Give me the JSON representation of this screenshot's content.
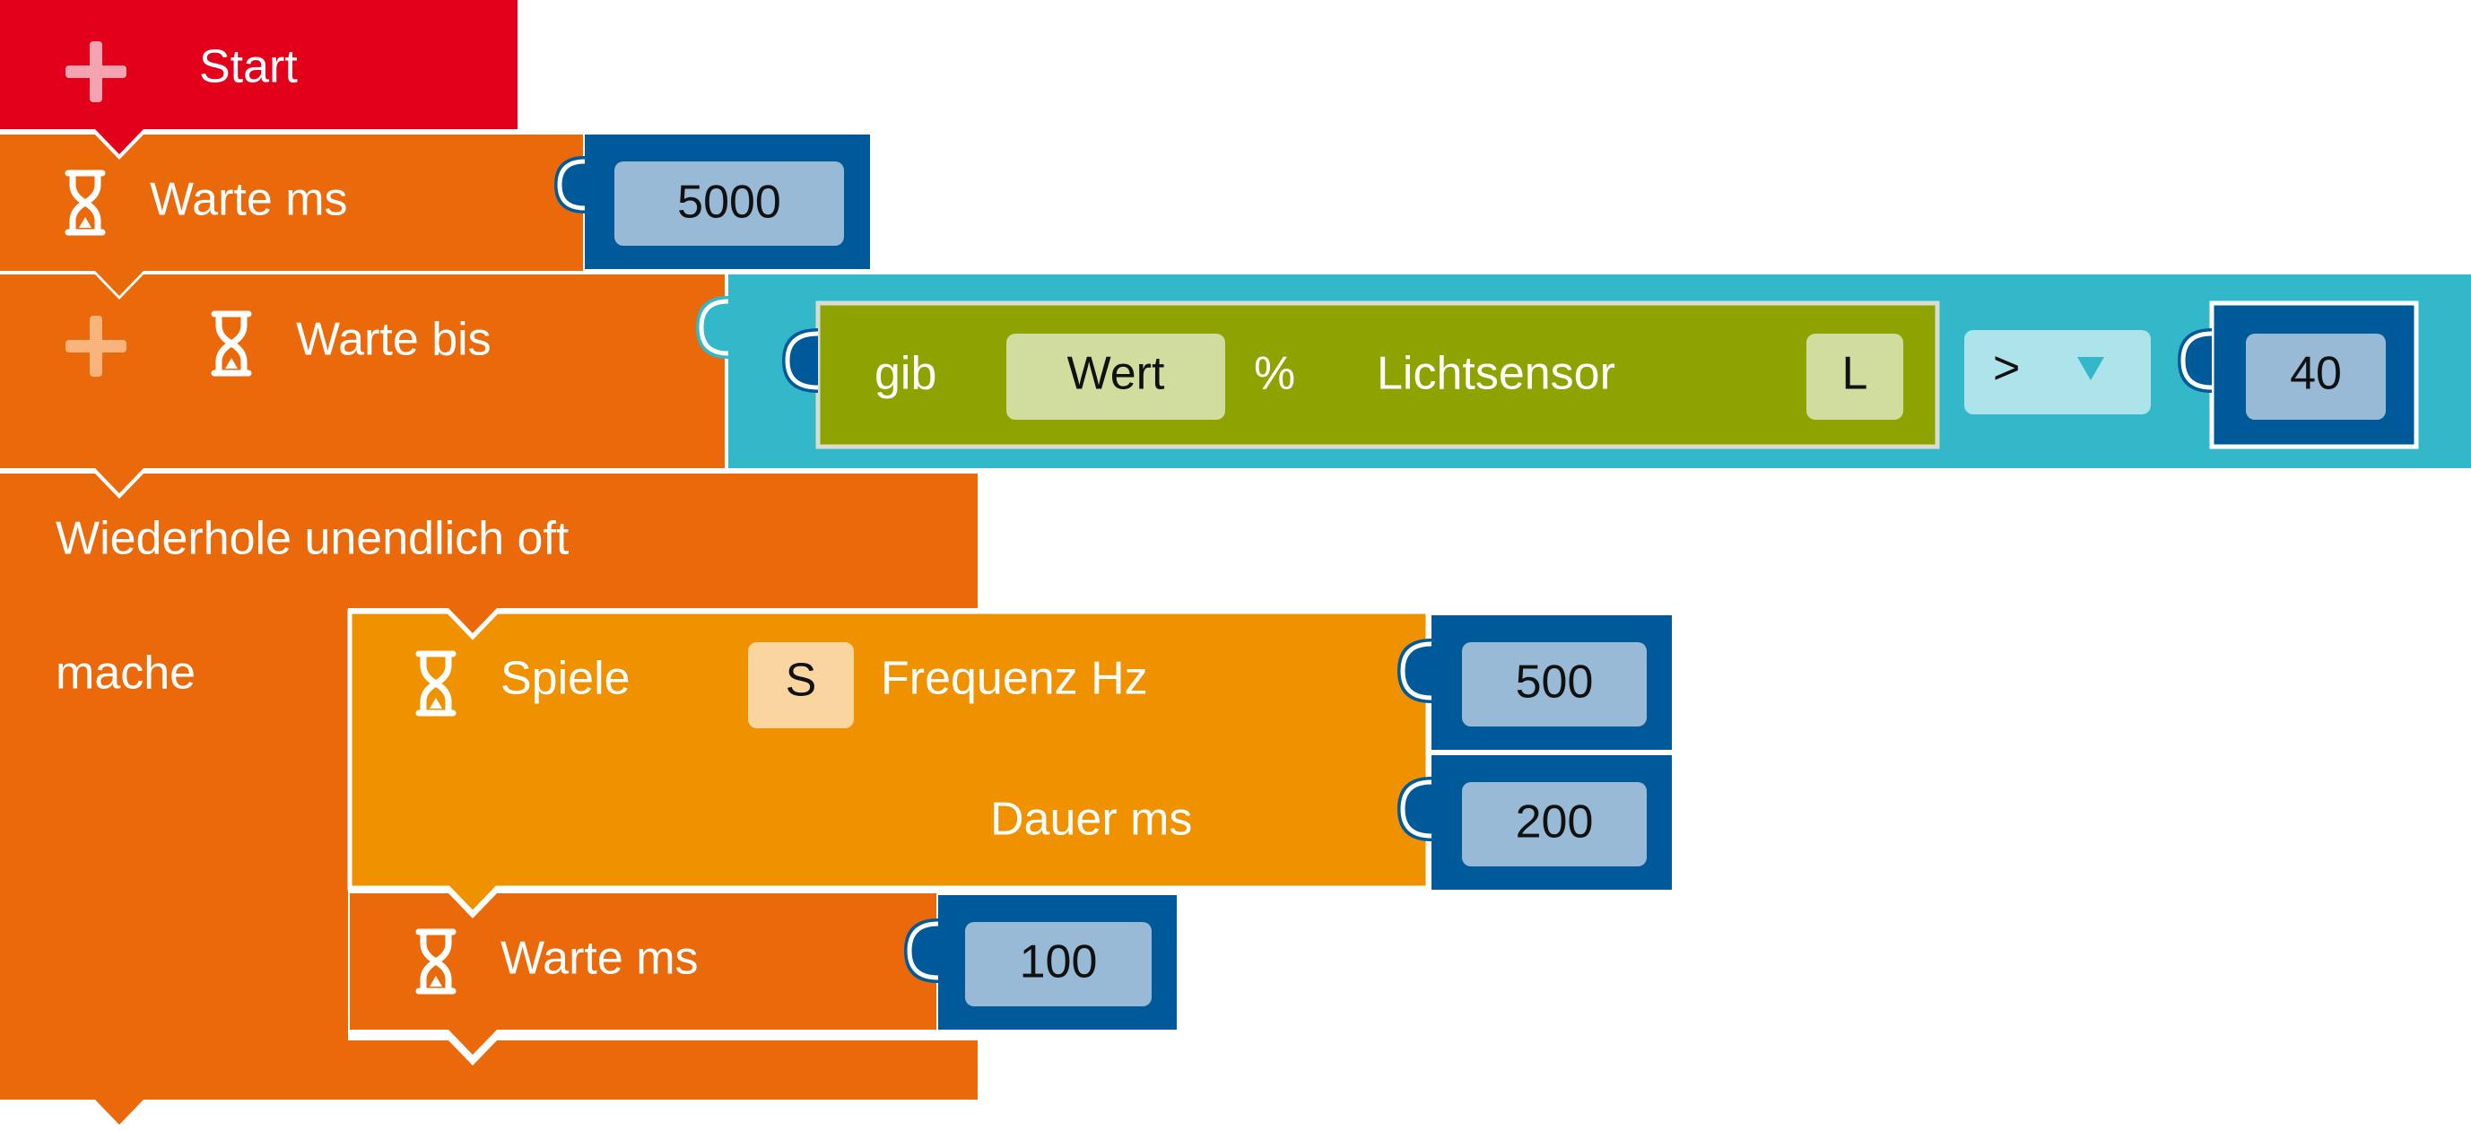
{
  "blocks": {
    "start": {
      "label": "Start",
      "icon": "plus-icon"
    },
    "wait1": {
      "label": "Warte ms",
      "value": "5000",
      "icon": "hourglass-icon"
    },
    "wait_until": {
      "label": "Warte bis",
      "icons": [
        "plus-icon",
        "hourglass-icon"
      ],
      "condition": {
        "get_label": "gib",
        "property": "Wert",
        "percent": "%",
        "sensor_label": "Lichtsensor",
        "sensor": "L",
        "operator": ">",
        "value": "40"
      }
    },
    "loop": {
      "label": "Wiederhole unendlich oft",
      "do_label": "mache"
    },
    "play": {
      "label": "Spiele",
      "speaker": "S",
      "freq_label": "Frequenz Hz",
      "freq_value": "500",
      "duration_label": "Dauer ms",
      "duration_value": "200",
      "icon": "hourglass-icon"
    },
    "wait2": {
      "label": "Warte ms",
      "value": "100",
      "icon": "hourglass-icon"
    }
  },
  "colors": {
    "start": "#e2001a",
    "action": "#ea690b",
    "sound": "#f09100",
    "value_outer": "#005a9a",
    "value_inner": "#99bad6",
    "logic": "#32b8c9",
    "logic_inner": "#ade3ea",
    "sensor": "#8fa300",
    "sensor_inner": "#d1dd9e",
    "speaker_inner": "#fad59f"
  }
}
